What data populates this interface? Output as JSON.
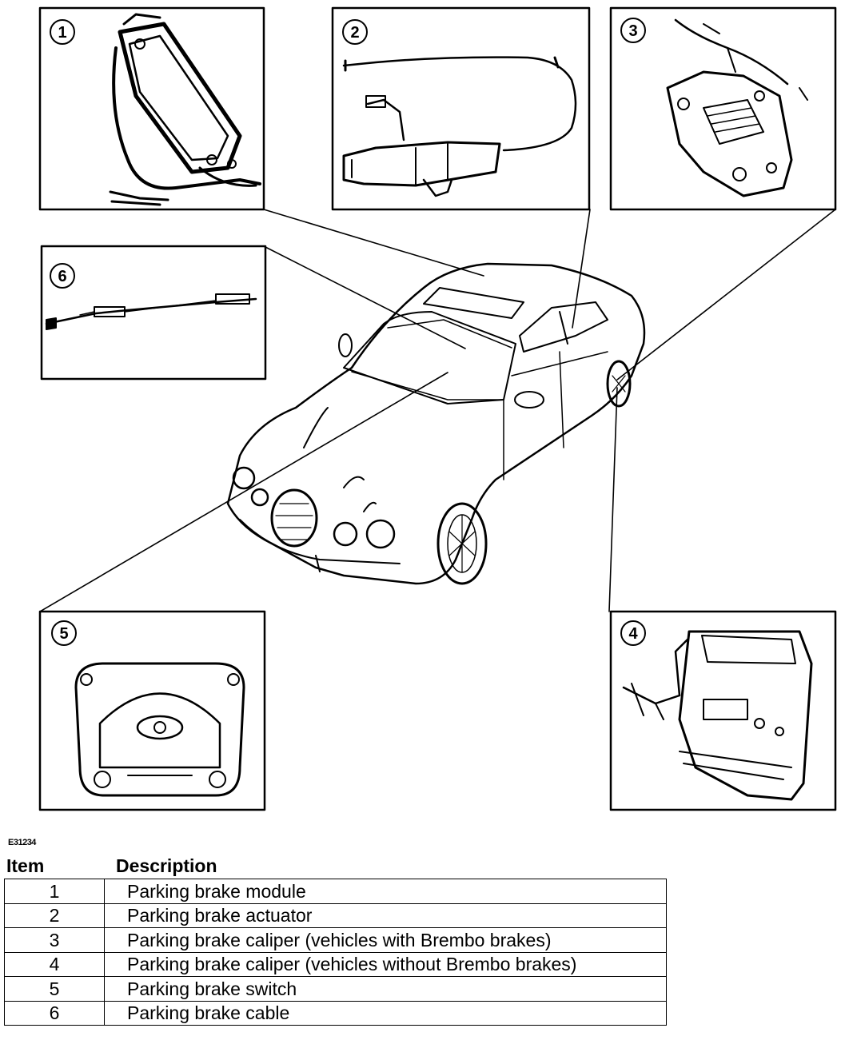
{
  "figure_code": "E31234",
  "callouts": [
    {
      "number": "1"
    },
    {
      "number": "2"
    },
    {
      "number": "3"
    },
    {
      "number": "4"
    },
    {
      "number": "5"
    },
    {
      "number": "6"
    }
  ],
  "legend": {
    "header_item": "Item",
    "header_description": "Description",
    "rows": [
      {
        "item": "1",
        "description": "Parking brake module"
      },
      {
        "item": "2",
        "description": "Parking brake actuator"
      },
      {
        "item": "3",
        "description": "Parking brake caliper (vehicles with Brembo brakes)"
      },
      {
        "item": "4",
        "description": "Parking brake caliper (vehicles without Brembo brakes)"
      },
      {
        "item": "5",
        "description": "Parking brake switch"
      },
      {
        "item": "6",
        "description": "Parking brake cable"
      }
    ]
  }
}
